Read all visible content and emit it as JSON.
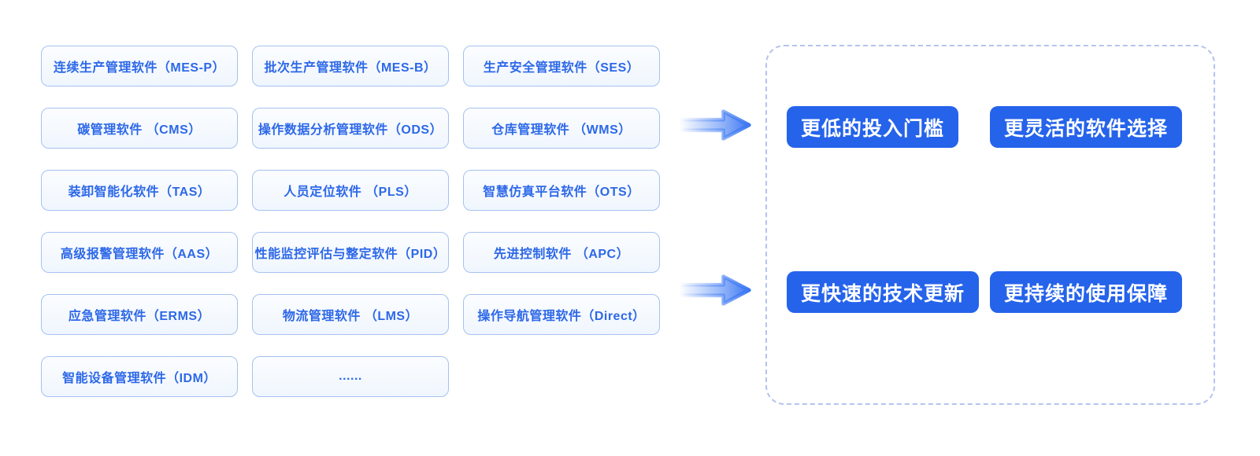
{
  "modules": [
    {
      "label": "连续生产管理软件（MES-P）"
    },
    {
      "label": "批次生产管理软件（MES-B）"
    },
    {
      "label": "生产安全管理软件（SES）"
    },
    {
      "label": "碳管理软件 （CMS）"
    },
    {
      "label": "操作数据分析管理软件（ODS）"
    },
    {
      "label": "仓库管理软件 （WMS）"
    },
    {
      "label": "装卸智能化软件（TAS）"
    },
    {
      "label": "人员定位软件 （PLS）"
    },
    {
      "label": "智慧仿真平台软件（OTS）"
    },
    {
      "label": "高级报警管理软件（AAS）"
    },
    {
      "label": "性能监控评估与整定软件（PID）"
    },
    {
      "label": "先进控制软件 （APC）"
    },
    {
      "label": "应急管理软件（ERMS）"
    },
    {
      "label": "物流管理软件 （LMS）"
    },
    {
      "label": "操作导航管理软件（Direct）"
    },
    {
      "label": "智能设备管理软件（IDM）"
    },
    {
      "label": "......"
    }
  ],
  "benefits": [
    {
      "label": "更低的投入门槛"
    },
    {
      "label": "更灵活的软件选择"
    },
    {
      "label": "更快速的技术更新"
    },
    {
      "label": "更持续的使用保障"
    }
  ],
  "icons": {
    "arrow_right": "right-arrow"
  },
  "colors": {
    "module_text": "#2d68e8",
    "module_border": "#a5c2f0",
    "module_bg": "#f5f9fe",
    "benefit_bg": "#2563eb",
    "benefit_text": "#ffffff",
    "panel_dashed_border": "#b6c3ed",
    "arrow_blue": "#4f86f4"
  }
}
